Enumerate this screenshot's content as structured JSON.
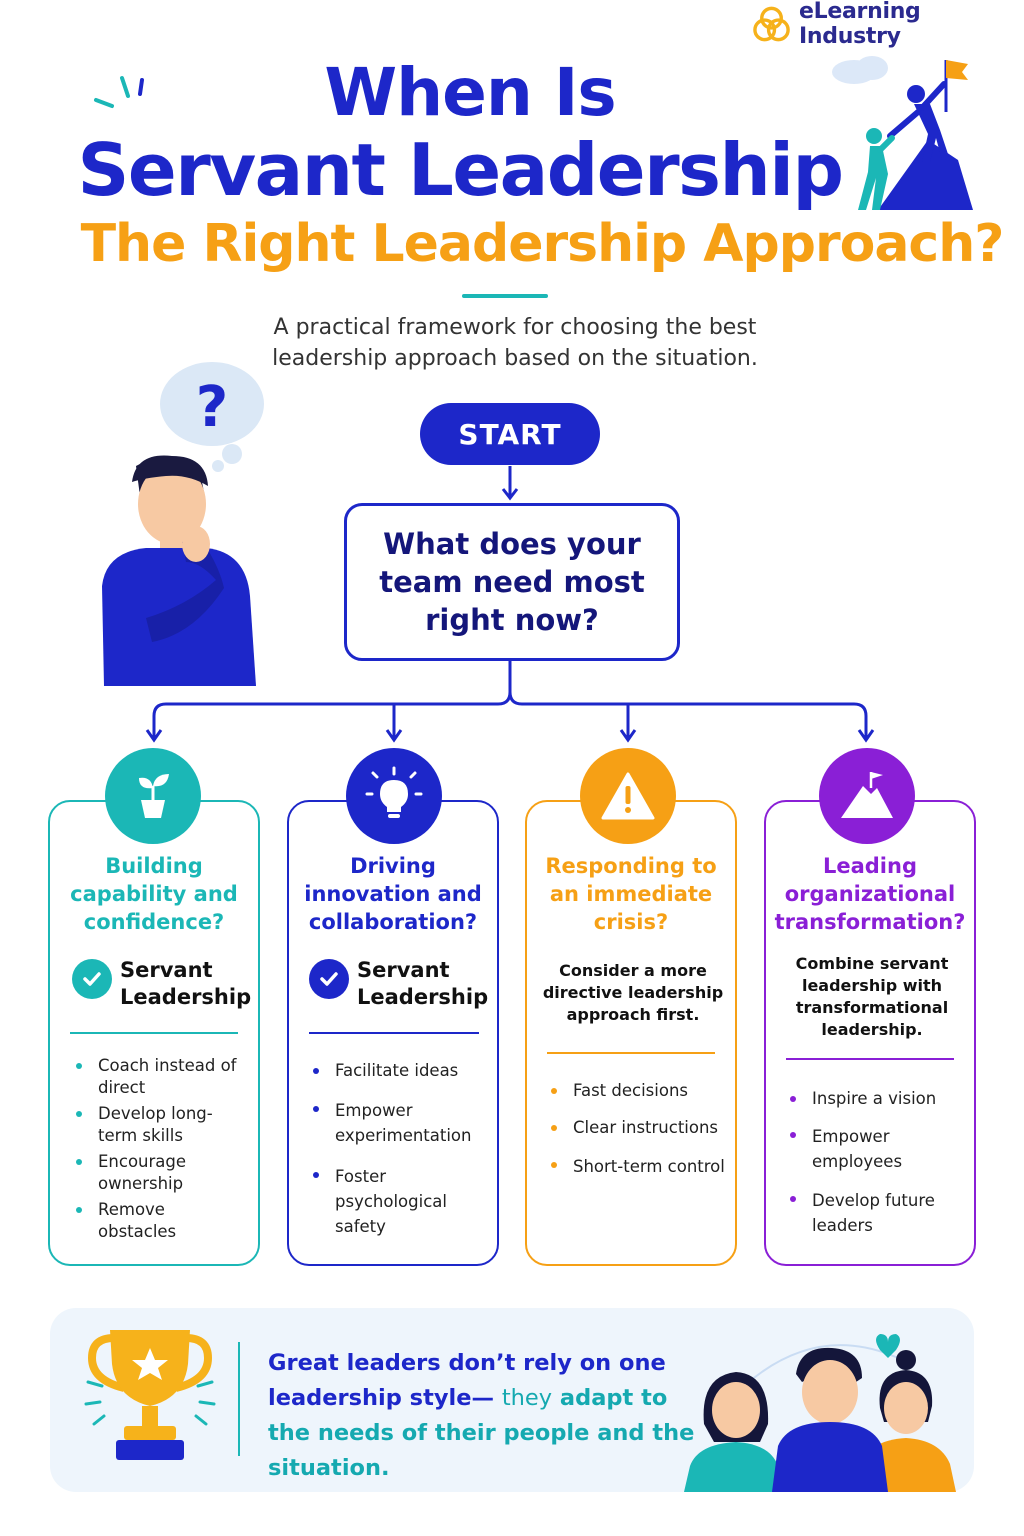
{
  "brand": {
    "name": "eLearning Industry"
  },
  "title": {
    "line1": "When Is",
    "line2": "Servant Leadership",
    "line3": "The Right Leadership Approach?"
  },
  "subtitle": "A practical framework for choosing the best leadership approach based on the situation.",
  "flow": {
    "start_label": "START",
    "question": "What does your team need most right now?"
  },
  "cards": [
    {
      "heading": "Building capability and confidence?",
      "verdict": "Servant Leadership",
      "bullets": [
        "Coach instead of direct",
        "Develop long-term skills",
        "Encourage ownership",
        "Remove obstacles"
      ],
      "color": "#1bb7b6",
      "icon": "plant-icon"
    },
    {
      "heading": "Driving innovation and collaboration?",
      "verdict": "Servant Leadership",
      "bullets": [
        "Facilitate ideas",
        "Empower experimentation",
        "Foster psychological safety"
      ],
      "color": "#1d27c9",
      "icon": "lightbulb-icon"
    },
    {
      "heading": "Responding to an immediate crisis?",
      "note": "Consider a more directive leadership approach first.",
      "bullets": [
        "Fast decisions",
        "Clear instructions",
        "Short-term control"
      ],
      "color": "#f6a015",
      "icon": "warning-icon"
    },
    {
      "heading": "Leading organizational transformation?",
      "note": "Combine servant leadership with transformational leadership.",
      "bullets": [
        "Inspire a vision",
        "Empower employees",
        "Develop future leaders"
      ],
      "color": "#8a1fd6",
      "icon": "mountain-flag-icon"
    }
  ],
  "footer": {
    "text_part1": "Great leaders don’t rely on one leadership style—",
    "text_part2": "they",
    "text_part3": "adapt to the needs of their people and the situation."
  }
}
